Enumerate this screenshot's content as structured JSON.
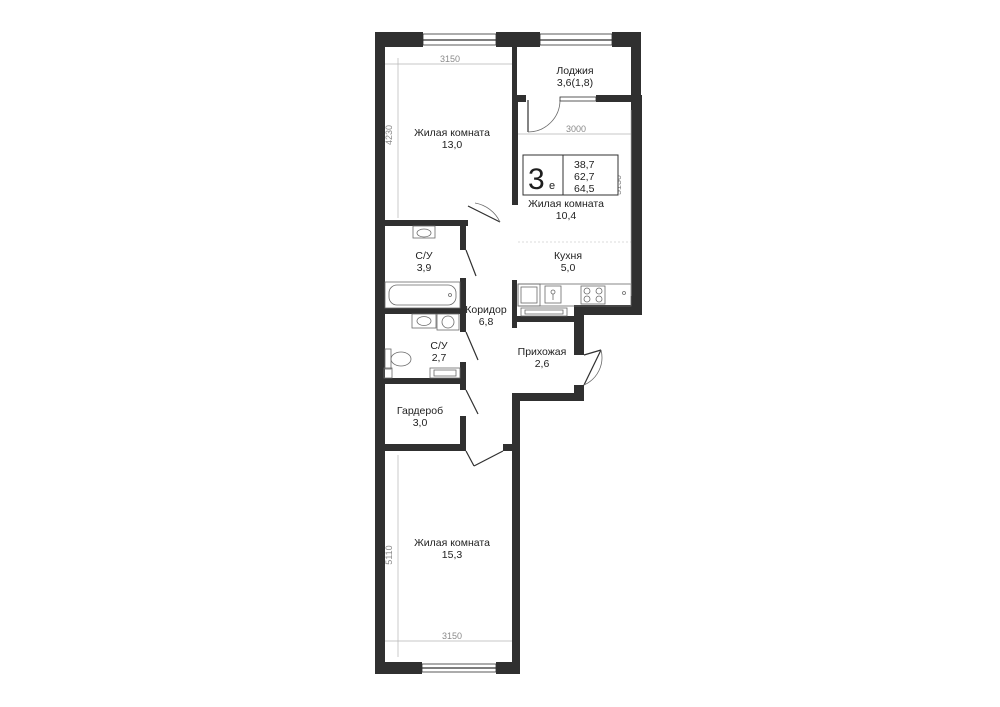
{
  "rooms": {
    "loggia": {
      "name": "Лоджия",
      "area": "3,6(1,8)"
    },
    "living1": {
      "name": "Жилая комната",
      "area": "13,0"
    },
    "living2": {
      "name": "Жилая комната",
      "area": "10,4"
    },
    "kitchen": {
      "name": "Кухня",
      "area": "5,0"
    },
    "bath1": {
      "name": "С/У",
      "area": "3,9"
    },
    "corridor": {
      "name": "Коридор",
      "area": "6,8"
    },
    "bath2": {
      "name": "С/У",
      "area": "2,7"
    },
    "hallway": {
      "name": "Прихожая",
      "area": "2,6"
    },
    "wardrobe": {
      "name": "Гардероб",
      "area": "3,0"
    },
    "living3": {
      "name": "Жилая комната",
      "area": "15,3"
    }
  },
  "dimensions": {
    "top_width": "3150",
    "room1_height": "4230",
    "room2_width": "3000",
    "room2_height": "5130",
    "bottom_height": "5110",
    "bottom_width": "3150"
  },
  "badge": {
    "rooms": "3",
    "suffix": "е",
    "areas": [
      "38,7",
      "62,7",
      "64,5"
    ]
  },
  "colors": {
    "wall": "#303030",
    "background": "#ffffff",
    "label": "#1e1e1e",
    "dimension": "#8a8a8a"
  }
}
